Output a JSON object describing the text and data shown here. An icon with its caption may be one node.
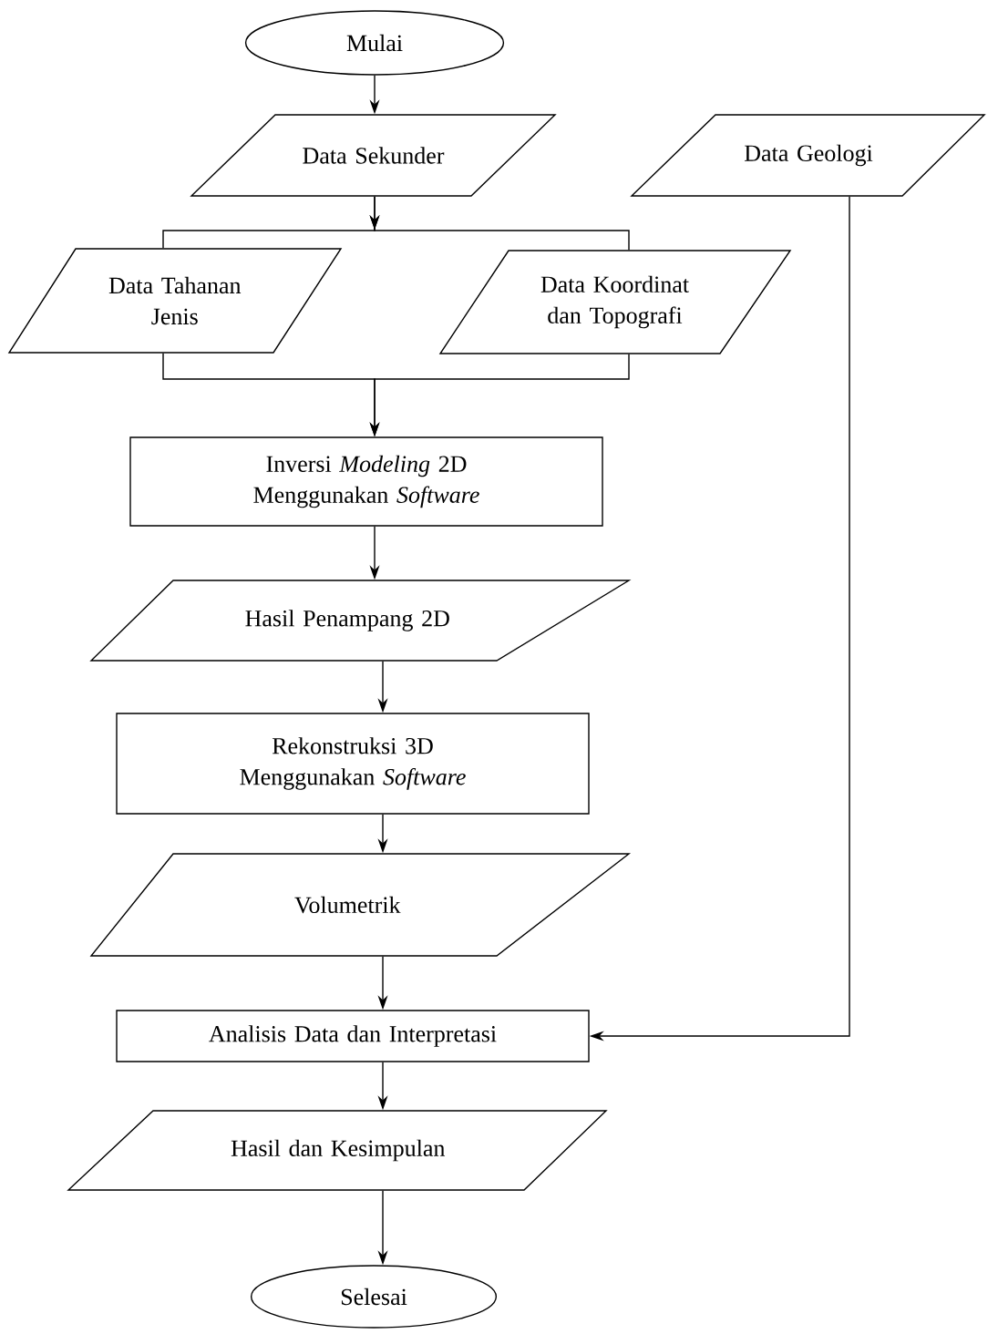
{
  "diagram": {
    "nodes": [
      {
        "text": [
          "Mulai"
        ]
      },
      {
        "text": [
          "Data Sekunder"
        ]
      },
      {
        "text": [
          "Data Geologi"
        ]
      },
      {
        "text": [
          "Data Tahanan Jenis"
        ]
      },
      {
        "text": [
          "Data Koordinat dan Topografi"
        ]
      },
      {
        "text": [
          "Inversi *Modeling* 2D Menggunakan *Software*"
        ]
      },
      {
        "text": [
          "Hasil Penampang 2D"
        ]
      },
      {
        "text": [
          "Rekonstruksi 3D Menggunakan *Software*"
        ]
      },
      {
        "text": [
          "Volumetrik"
        ]
      },
      {
        "text": [
          "Analisis Data dan Interpretasi"
        ]
      },
      {
        "text": [
          "Hasil dan Kesimpulan"
        ]
      },
      {
        "text": [
          "Selesai"
        ]
      }
    ],
    "edges": [
      {
        "from": 0,
        "to": 1,
        "arrow": "to"
      },
      {
        "from": 1,
        "to": 3,
        "arrow": "to"
      },
      {
        "from": 1,
        "to": 4,
        "arrow": "to"
      },
      {
        "from": 3,
        "to": 5,
        "arrow": "to"
      },
      {
        "from": 4,
        "to": 5,
        "arrow": "to"
      },
      {
        "from": 5,
        "to": 6,
        "arrow": "to"
      },
      {
        "from": 6,
        "to": 7,
        "arrow": "to"
      },
      {
        "from": 7,
        "to": 8,
        "arrow": "to"
      },
      {
        "from": 8,
        "to": 9,
        "arrow": "to"
      },
      {
        "from": 2,
        "to": 9,
        "arrow": "to"
      },
      {
        "from": 9,
        "to": 10,
        "arrow": "to"
      },
      {
        "from": 10,
        "to": 11,
        "arrow": "to"
      }
    ]
  }
}
